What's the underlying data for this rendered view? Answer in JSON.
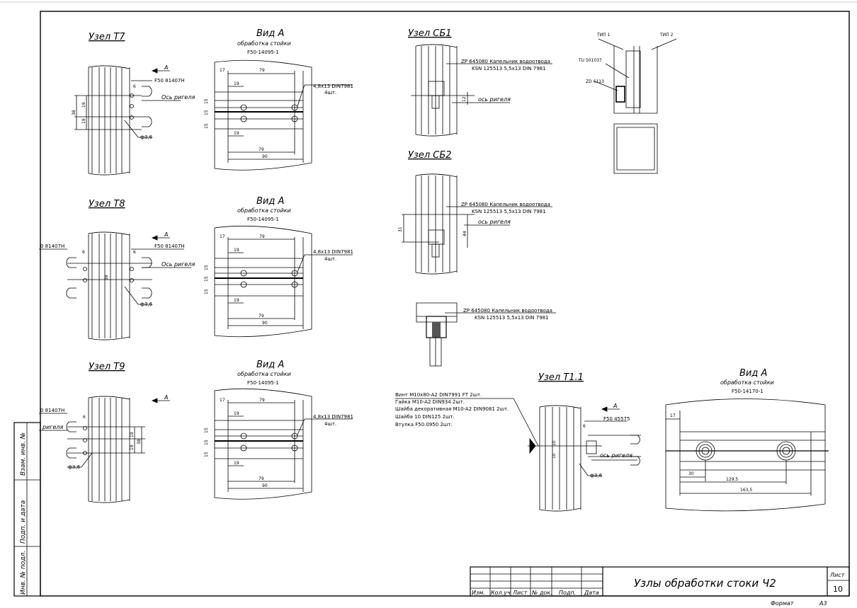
{
  "sheet": {
    "title": "Узлы обработки стоки Ч2",
    "sheet_label": "Лист",
    "sheet_number": "10",
    "format_label": "Формат",
    "format_value": "А3",
    "stamp_cols": [
      "Изм.",
      "Кол.уч",
      "Лист",
      "№ док.",
      "Подп.",
      "Дата"
    ],
    "side_cells": [
      "Взам. инв. №",
      "Подп. и дата",
      "Инв. № подл."
    ]
  },
  "nodes": {
    "t7": {
      "title": "Узел Т7",
      "view_title": "Вид А",
      "view_sub": "обработка стойки",
      "view_code": "F50-14095-1",
      "arrow": "А",
      "part": "F50 81407H",
      "axis": "Ось ригеля",
      "hole": "ф3,6",
      "d6": "6",
      "d38": "38",
      "d19a": "19",
      "d19b": "19",
      "d17": "17",
      "d79a": "79",
      "d19c": "19",
      "d15a": "15",
      "d15b": "15",
      "d15c": "15",
      "d19d": "19",
      "d79b": "79",
      "d90": "90",
      "screw": "4,8x13 DIN7981",
      "qty": "4шт."
    },
    "t8": {
      "title": "Узел Т8",
      "view_title": "Вид А",
      "view_sub": "обработка стойки",
      "view_code": "F50-14095-1",
      "arrow": "А",
      "part_left": "0 81407H",
      "part": "F50 81407H",
      "axis": "Ось ригеля",
      "hole": "ф3,6",
      "d6a": "6",
      "d6b": "6",
      "d38": "38",
      "d17": "17",
      "d79a": "79",
      "d19c": "19",
      "d15a": "15",
      "d15b": "15",
      "d15c": "15",
      "d19d": "19",
      "d79b": "79",
      "d90": "90",
      "screw": "4,8x13 DIN7981",
      "qty": "4шт."
    },
    "t9": {
      "title": "Узел Т9",
      "view_title": "Вид А",
      "view_sub": "обработка стойки",
      "view_code": "F50-14095-1",
      "arrow": "А",
      "part_left": "0 81407H",
      "axis": "ригеля",
      "hole": "ф3,6",
      "d6": "6",
      "d19a": "19",
      "d19b": "19",
      "d38": "38",
      "d17": "17",
      "d79a": "79",
      "d19c": "19",
      "d15a": "15",
      "d15b": "15",
      "d15c": "15",
      "d19d": "19",
      "d79b": "79",
      "d90": "90",
      "screw": "4,8x13 DIN7981",
      "qty": "4шт."
    },
    "sb1": {
      "title": "Узел СБ1",
      "part1": "ZP 645080 Капельник водоотвода",
      "part2": "KSN 125513 5,5x13 DIN 7981",
      "axis": "ось ригеля",
      "d12": "12"
    },
    "sb2": {
      "title": "Узел СБ2",
      "part1": "ZP 645080 Капельник водоотвода",
      "part2": "KSN 125513 5,5x13 DIN 7981",
      "axis": "ось ригеля",
      "d31": "31",
      "d44": "44"
    },
    "sb3": {
      "part1": "ZP 645080 Капельник водоотвода",
      "part2": "KSN 125513 5,5x13 DIN 7981"
    },
    "types": {
      "type1": "ТИП 1",
      "type2": "ТИП 2",
      "tu": "TU 501037",
      "zd": "ZD 6113"
    },
    "t11": {
      "title": "Узел Т1.1",
      "arrow": "А",
      "part": "F50 45575",
      "axis": "ось ригеля",
      "hole": "ф3,6",
      "d6": "6",
      "d10a": "10",
      "d10b": "10",
      "spec": [
        "Винт M10x80-A2 DIN7991 FT 2шт.",
        "Гайка M10-A2 DIN934 2шт.",
        "Шайба декоративная M10-A2 DIN9081 2шт.",
        "Шайба 10 DIN125 2шт.",
        "Втулка F50.0950 2шт."
      ]
    },
    "t11view": {
      "view_title": "Вид А",
      "view_sub": "обработка стойки",
      "view_code": "F50-14170-1",
      "d17": "17",
      "d30": "30",
      "d1295": "129,5",
      "d1635": "163,5"
    }
  }
}
